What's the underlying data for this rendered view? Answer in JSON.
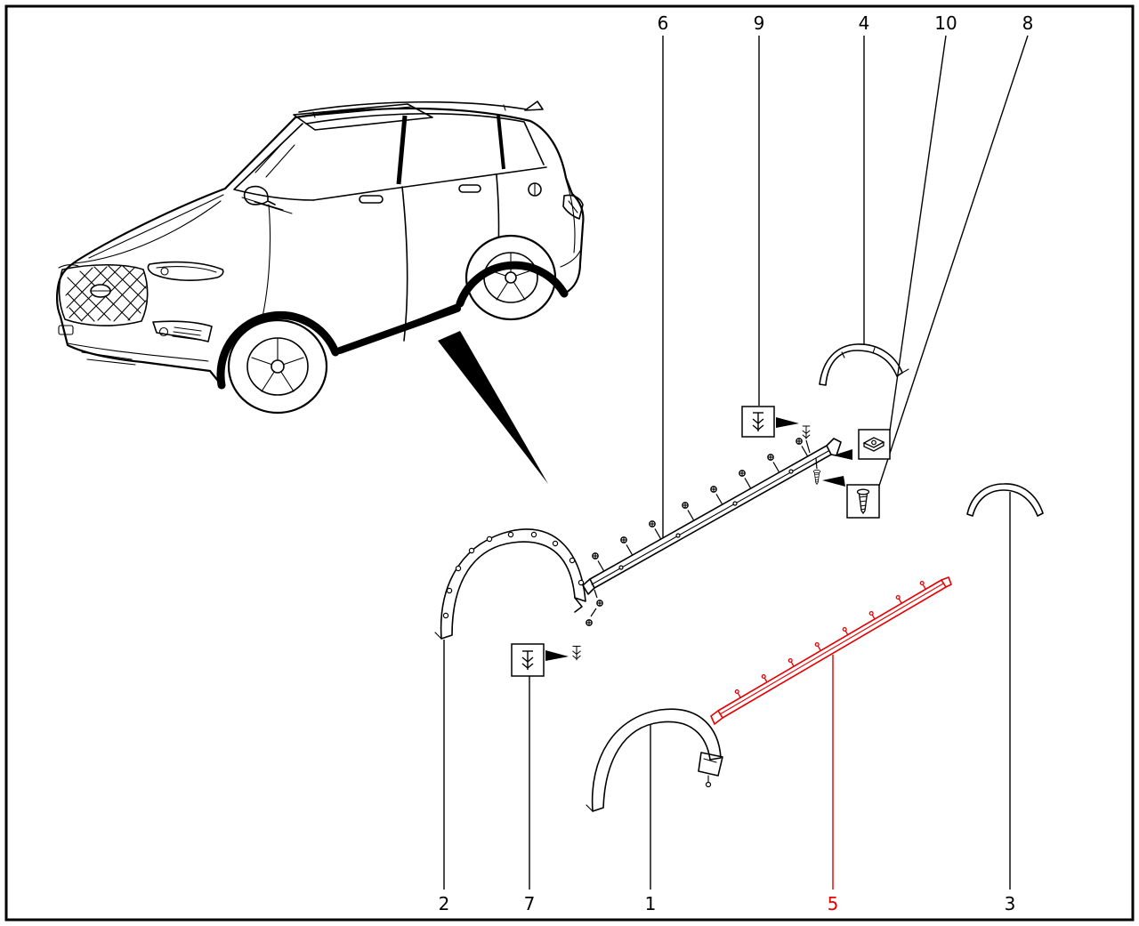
{
  "page": {
    "background_color": "#ffffff",
    "border_color": "#000000",
    "line_color": "#000000",
    "highlight_color": "#e60000"
  },
  "callouts": {
    "top": [
      {
        "label": "6",
        "highlighted": false
      },
      {
        "label": "9",
        "highlighted": false
      },
      {
        "label": "4",
        "highlighted": false
      },
      {
        "label": "10",
        "highlighted": false
      },
      {
        "label": "8",
        "highlighted": false
      }
    ],
    "bottom": [
      {
        "label": "2",
        "highlighted": false
      },
      {
        "label": "7",
        "highlighted": false
      },
      {
        "label": "1",
        "highlighted": false
      },
      {
        "label": "5",
        "highlighted": true
      },
      {
        "label": "3",
        "highlighted": false
      }
    ]
  },
  "fastener_icons": [
    {
      "callout": "9",
      "icon": "push-clip-icon"
    },
    {
      "callout": "10",
      "icon": "plate-clip-icon"
    },
    {
      "callout": "8",
      "icon": "screw-icon"
    },
    {
      "callout": "7",
      "icon": "push-clip-icon"
    }
  ]
}
